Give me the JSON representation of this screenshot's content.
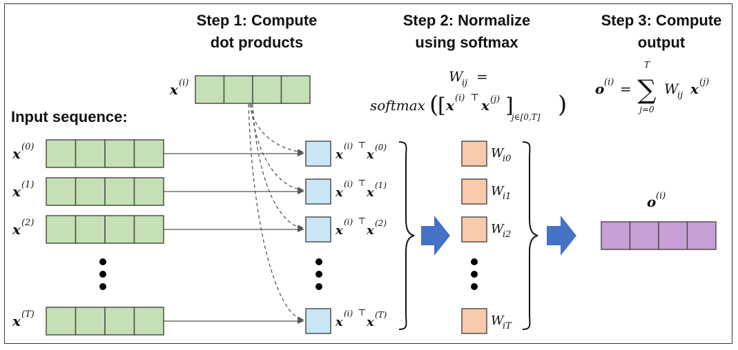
{
  "steps": {
    "step1_line1": "Step 1: Compute",
    "step1_line2": "dot products",
    "step2_line1": "Step 2: Normalize",
    "step2_line2": "using softmax",
    "step3_line1": "Step 3: Compute",
    "step3_line2": "output"
  },
  "input_label": "Input sequence:",
  "symbols": {
    "x": "x",
    "i": "(i)",
    "o": "o",
    "W": "W",
    "T": "T",
    "transpose": "⊤",
    "sum": "∑",
    "sum_lower": "j=0",
    "sum_upper": "T",
    "softmax": "softmax",
    "ij": "ij",
    "eq": "=",
    "range": "j∈[0,T]",
    "paren_open": "(",
    "paren_close": ")",
    "bracket_open": "[",
    "bracket_close": "]",
    "oj": "(j)"
  },
  "input_rows": [
    {
      "sup": "(0)"
    },
    {
      "sup": "(1)"
    },
    {
      "sup": "(2)"
    },
    {
      "sup": "(T)"
    }
  ],
  "dot_products": [
    {
      "sup": "(0)"
    },
    {
      "sup": "(1)"
    },
    {
      "sup": "(2)"
    },
    {
      "sup": "(T)"
    }
  ],
  "weights": [
    {
      "sub": "i0"
    },
    {
      "sub": "i1"
    },
    {
      "sub": "i2"
    },
    {
      "sub": "iT"
    }
  ],
  "colors": {
    "green": "#c5e0b4",
    "blue": "#c9e6f7",
    "orange": "#f8cbad",
    "purple": "#c8a0d8",
    "arrow": "#4472c4",
    "border": "#4d4d4d"
  }
}
